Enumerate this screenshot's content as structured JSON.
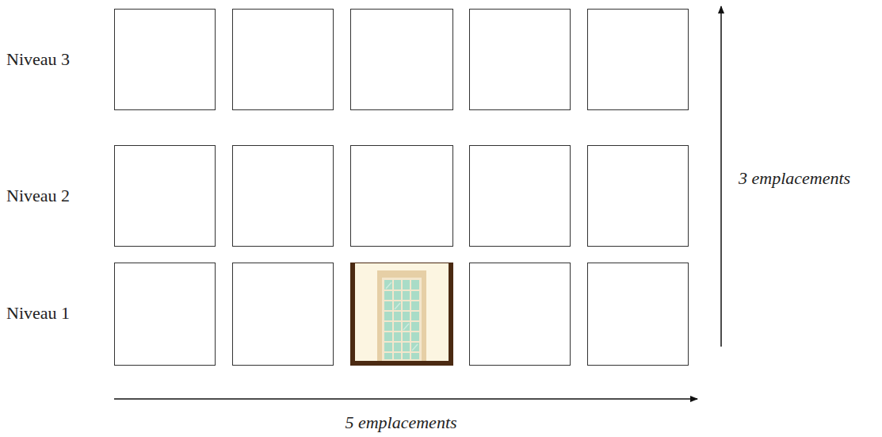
{
  "diagram": {
    "labels": [
      "Niveau 3",
      "3 emplacements",
      "Niveau 2",
      "Niveau 1",
      "5 emplacements"
    ]
  }
}
